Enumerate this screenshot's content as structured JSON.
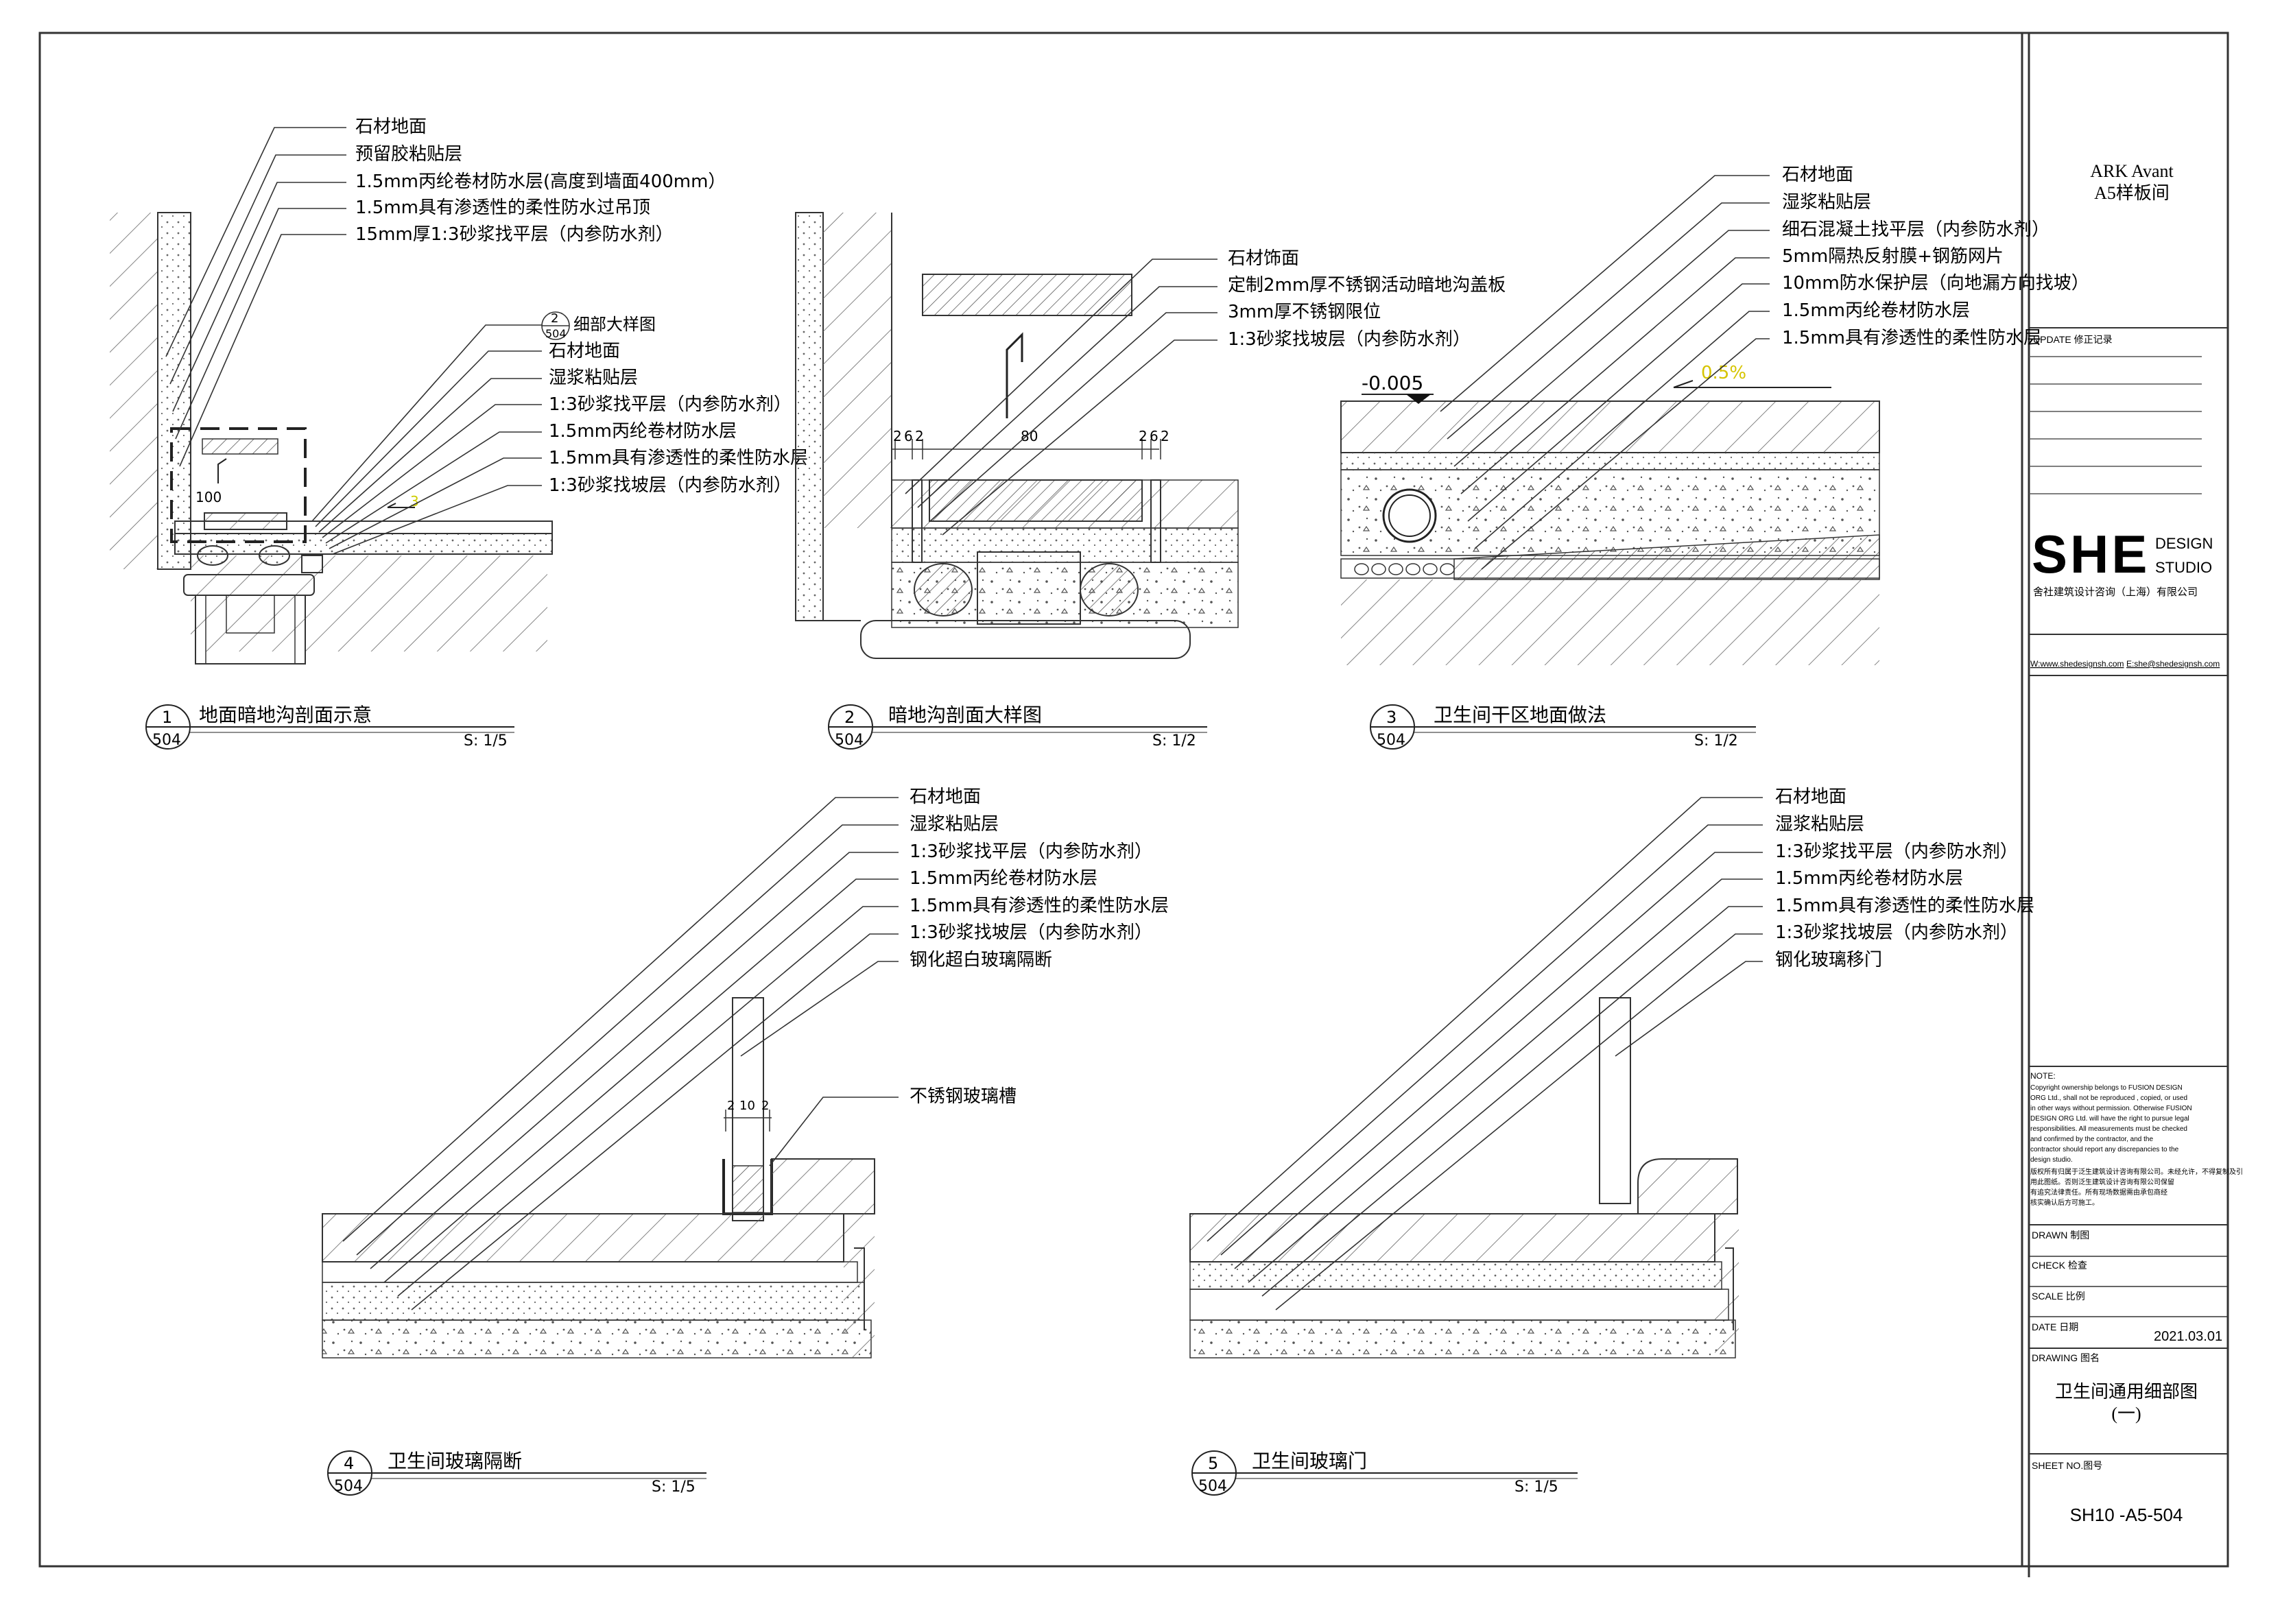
{
  "drawing1": {
    "labels": [
      "石材地面",
      "预留胶粘贴层",
      "1.5mm丙纶卷材防水层(高度到墙面400mm）",
      "1.5mm具有渗透性的柔性防水过吊顶",
      "15mm厚1:3砂浆找平层（内参防水剂）"
    ],
    "labels_b": [
      "石材地面",
      "湿浆粘贴层",
      "1:3砂浆找平层（内参防水剂）",
      "1.5mm丙纶卷材防水层",
      "1.5mm具有渗透性的柔性防水层",
      "1:3砂浆找坡层（内参防水剂）"
    ],
    "detail_ref": {
      "num": "2",
      "sheet": "504",
      "text": "细部大样图"
    },
    "dim": "100",
    "title": {
      "num": "1",
      "sheet": "504",
      "name": "地面暗地沟剖面示意",
      "scale": "S: 1/5"
    }
  },
  "drawing2": {
    "labels": [
      "石材饰面",
      "定制2mm厚不锈钢活动暗地沟盖板",
      "3mm厚不锈钢限位",
      "1:3砂浆找坡层（内参防水剂）"
    ],
    "dims": [
      "2",
      "6",
      "2",
      "80",
      "2",
      "6",
      "2"
    ],
    "title": {
      "num": "2",
      "sheet": "504",
      "name": "暗地沟剖面大样图",
      "scale": "S: 1/2"
    }
  },
  "drawing3": {
    "labels": [
      "石材地面",
      "湿浆粘贴层",
      "细石混凝土找平层（内参防水剂）",
      "5mm隔热反射膜+钢筋网片",
      "10mm防水保护层（向地漏方向找坡）",
      "1.5mm丙纶卷材防水层",
      "1.5mm具有渗透性的柔性防水层"
    ],
    "level": "-0.005",
    "slope": "0.5%",
    "title": {
      "num": "3",
      "sheet": "504",
      "name": "卫生间干区地面做法",
      "scale": "S: 1/2"
    }
  },
  "drawing4": {
    "labels": [
      "石材地面",
      "湿浆粘贴层",
      "1:3砂浆找平层（内参防水剂）",
      "1.5mm丙纶卷材防水层",
      "1.5mm具有渗透性的柔性防水层",
      "1:3砂浆找坡层（内参防水剂）",
      "钢化超白玻璃隔断"
    ],
    "channel_label": "不锈钢玻璃槽",
    "dims": [
      "2",
      "10",
      "2"
    ],
    "title": {
      "num": "4",
      "sheet": "504",
      "name": "卫生间玻璃隔断",
      "scale": "S: 1/5"
    }
  },
  "drawing5": {
    "labels": [
      "石材地面",
      "湿浆粘贴层",
      "1:3砂浆找平层（内参防水剂）",
      "1.5mm丙纶卷材防水层",
      "1.5mm具有渗透性的柔性防水层",
      "1:3砂浆找坡层（内参防水剂）",
      "钢化玻璃移门"
    ],
    "title": {
      "num": "5",
      "sheet": "504",
      "name": "卫生间玻璃门",
      "scale": "S: 1/5"
    }
  },
  "title_block": {
    "project_line1": "ARK Avant",
    "project_line2": "A5样板间",
    "update_label": "UPDATE 修正记录",
    "logo_mark": "SHE",
    "logo_word1": "DESIGN",
    "logo_word2": "STUDIO",
    "company_cn": "舍社建筑设计咨询（上海）有限公司",
    "website": "W:www.shedesignsh.com",
    "email": "E:she@shedesignsh.com",
    "note_title": "NOTE:",
    "note_en": [
      "Copyright ownership belongs to FUSION DESIGN",
      "ORG Ltd., shall not be reproduced , copied, or used",
      "in other ways without permission. Otherwise FUSION",
      "DESIGN ORG Ltd. will have the right to pursue legal",
      "responsibilities. All measurements must be checked",
      "and confirmed by the contractor, and the",
      "contractor should report any discrepancies to the",
      "design studio."
    ],
    "note_cn": [
      "版权所有归属于泛生建筑设计咨询有限公司。未经允许，不得复制及引",
      "用此图纸。否则泛生建筑设计咨询有限公司保留",
      "有追究法律责任。所有现场数据需由承包商经",
      "核实确认后方可施工。"
    ],
    "drawn_label": "DRAWN 制图",
    "check_label": "CHECK 检查",
    "scale_label": "SCALE 比例",
    "date_label": "DATE  日期",
    "date_value": "2021.03.01",
    "drawing_label": "DRAWING 图名",
    "drawing_name1": "卫生间通用细部图",
    "drawing_name2": "(一)",
    "sheet_label": "SHEET NO.图号",
    "sheet_no": "SH10 -A5-504"
  }
}
